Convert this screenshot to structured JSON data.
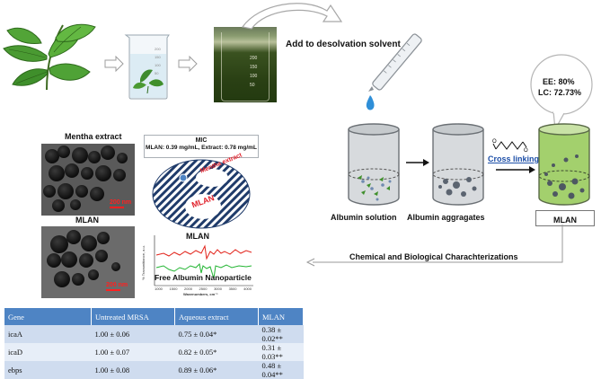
{
  "labels": {
    "add_solvent": "Add to desolvation solvent",
    "mentha_extract": "Mentha extract",
    "mlan_tem": "MLAN",
    "albumin_solution": "Albumin solution",
    "albumin_aggragates": "Albumin aggragates",
    "cross_linking": "Cross linking",
    "mlan_vessel": "MLAN",
    "characterizations": "Chemical and Biological Charachterizations",
    "scale_bar": "200 nm"
  },
  "bubble": {
    "ee": "EE: 80%",
    "lc": "LC: 72.73%"
  },
  "mic": {
    "title": "MIC",
    "values": "MLAN: 0.39 mg/mL, Extract: 0.78 mg/mL",
    "zone_extract": "Mentha extract",
    "zone_mlan": "MLAN"
  },
  "ftir": {
    "top_label": "MLAN",
    "bottom_label": "Free Albumin Nanoparticle",
    "xlabel": "Wavenumbers, cm⁻¹",
    "ylabel": "% Transmittance, a.u.",
    "ticks": [
      "1000",
      "1500",
      "2000",
      "2500",
      "3000",
      "3500",
      "4000"
    ]
  },
  "table": {
    "headers": [
      "Gene",
      "Untreated MRSA",
      "Aqueous extract",
      "MLAN"
    ],
    "rows": [
      [
        "icaA",
        "1.00 ± 0.06",
        "0.75 ± 0.04*",
        "0.38 ± 0.02**"
      ],
      [
        "icaD",
        "1.00 ± 0.07",
        "0.82 ± 0.05*",
        "0.31 ± 0.03**"
      ],
      [
        "ebps",
        "1.00 ± 0.08",
        "0.89 ± 0.06*",
        "0.48 ± 0.04**"
      ]
    ]
  },
  "beaker_marks": [
    "200",
    "150",
    "100",
    "50"
  ],
  "beaker_marks_dark": [
    "200",
    "150",
    "100",
    "50"
  ],
  "colors": {
    "mint": "#3e8a2e",
    "extract": "#2f4a1a",
    "vessel_green": "#9fcf6a",
    "link_blue": "#1d4fa8",
    "header_blue": "#4e84c4"
  }
}
